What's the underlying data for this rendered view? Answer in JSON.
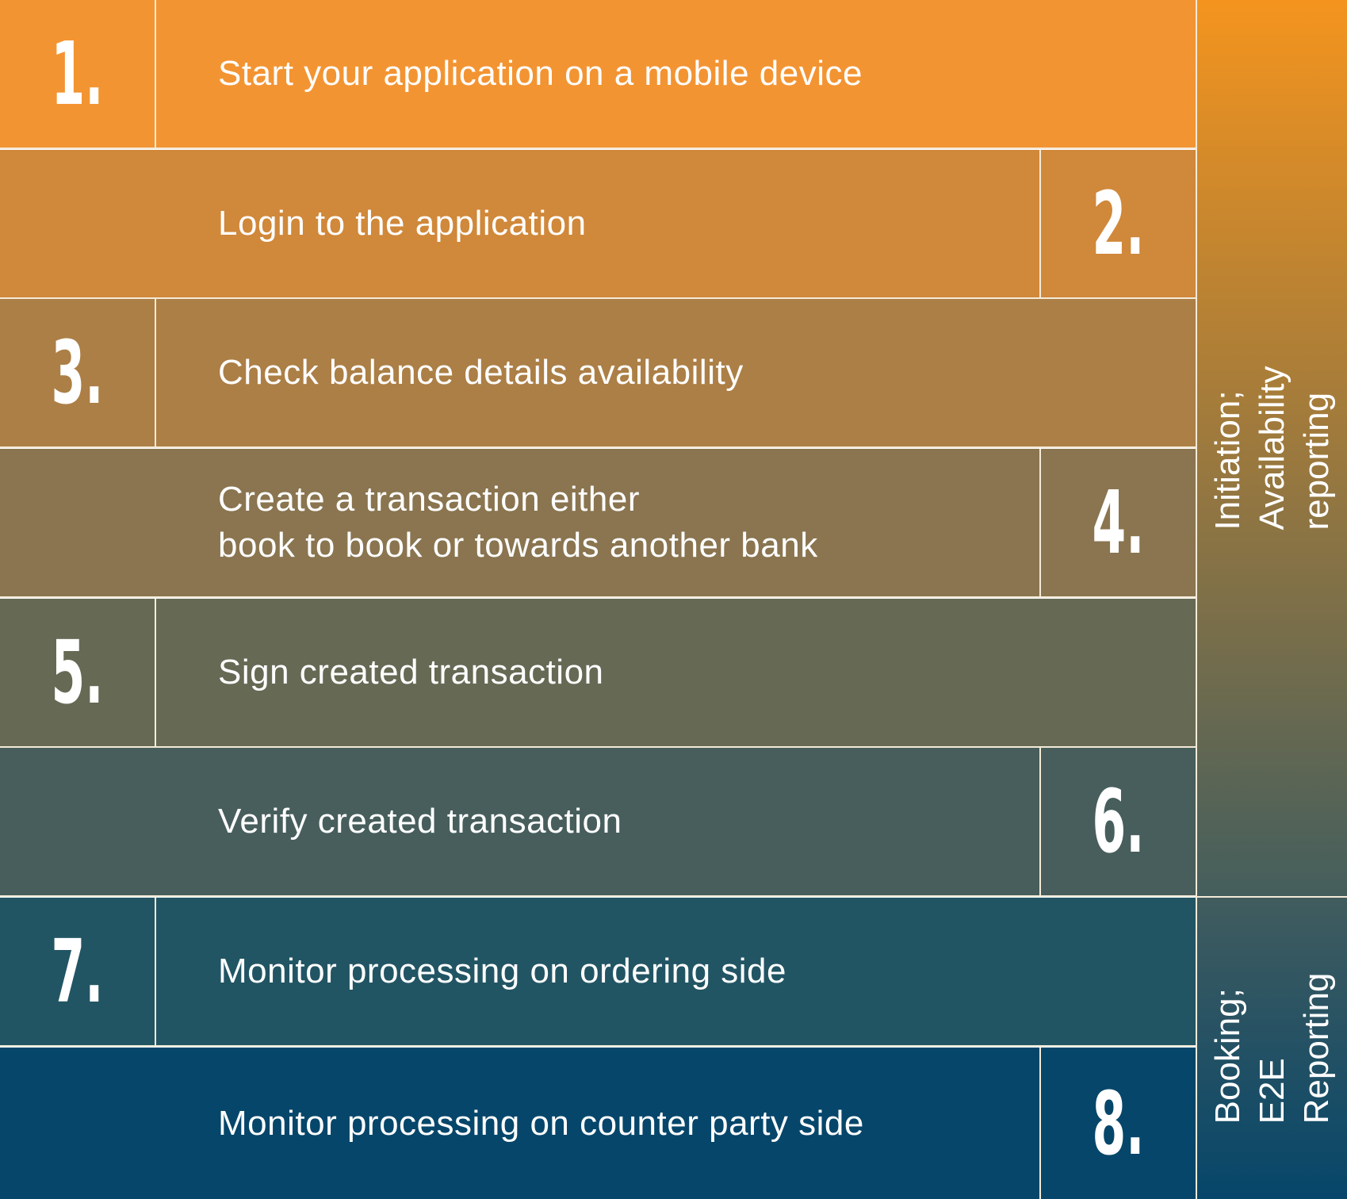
{
  "steps": [
    {
      "number": "1.",
      "label": "Start your application on a mobile device",
      "color": "#f39432"
    },
    {
      "number": "2.",
      "label": "Login to the application",
      "color": "#d0883a"
    },
    {
      "number": "3.",
      "label": "Check balance details availability",
      "color": "#ac7f46"
    },
    {
      "number": "4.",
      "label": "Create a transaction either\nbook to book or towards another bank",
      "color": "#8a7550"
    },
    {
      "number": "5.",
      "label": "Sign created transaction",
      "color": "#666a55"
    },
    {
      "number": "6.",
      "label": "Verify created transaction",
      "color": "#475e5c"
    },
    {
      "number": "7.",
      "label": "Monitor processing on ordering side",
      "color": "#225564"
    },
    {
      "number": "8.",
      "label": "Monitor processing on counter party side",
      "color": "#06466a"
    }
  ],
  "phases": {
    "initiation": {
      "label": "Initiation;\nAvailability reporting",
      "color_top": "#f4941e",
      "color_bottom": "#445e5d"
    },
    "booking": {
      "label": "Booking;\nE2E Reporting",
      "color_top": "#415c5e",
      "color_bottom": "#06466a"
    }
  },
  "colors": {
    "divider": "#f3ead8",
    "text": "#ffffff"
  }
}
